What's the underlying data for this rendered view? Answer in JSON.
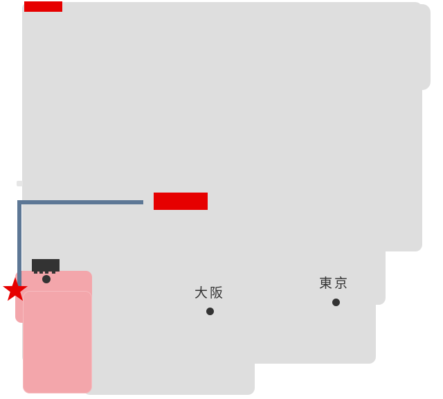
{
  "map": {
    "cities": [
      {
        "label": "大阪"
      },
      {
        "label": "東京"
      }
    ],
    "markers": {
      "star": "star-marker",
      "red_bar_top": "red-bar-marker",
      "red_area": "red-area-marker",
      "dark_area": "dark-area-marker"
    },
    "colors": {
      "background": "#ffffff",
      "land": "#dedede",
      "highlight_pink": "#f3a6ab",
      "accent_red": "#e60000",
      "marker_dark": "#333333",
      "line_blue": "#5d7795",
      "label_text": "#333333"
    }
  }
}
